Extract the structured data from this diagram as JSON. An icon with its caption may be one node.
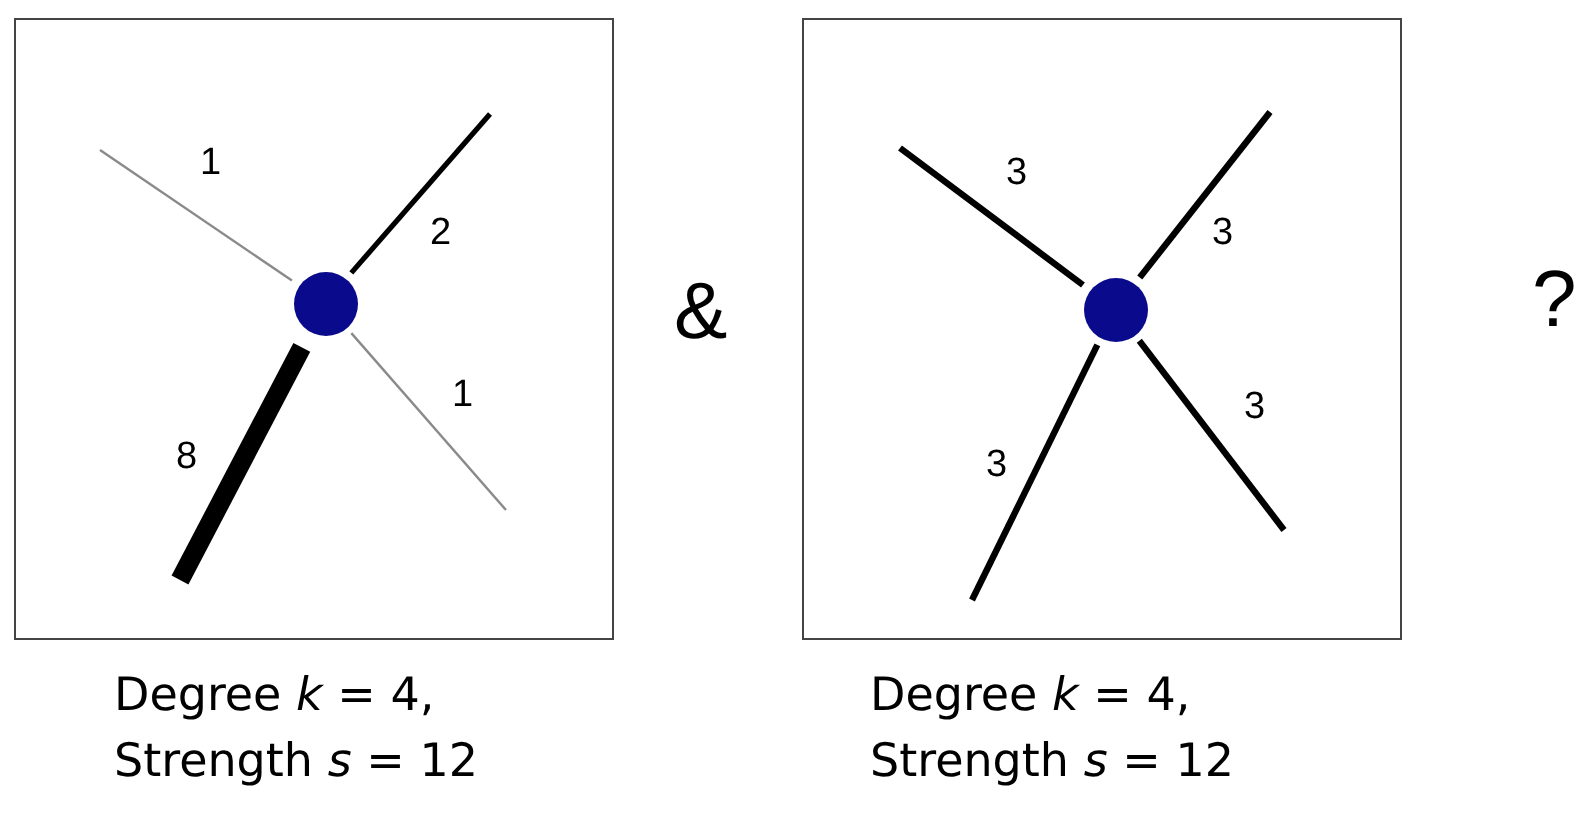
{
  "diagram": {
    "nodes": [
      {
        "text": [],
        "shape": "box",
        "beside": [
          "Degree *k* = 4, Strength *s* = 12"
        ]
      },
      {
        "text": [],
        "shape": "circle",
        "in": 0
      },
      {
        "text": [],
        "shape": "box",
        "beside": [
          "Degree *k* = 4, Strength *s* = 12"
        ]
      },
      {
        "text": [],
        "shape": "circle",
        "in": 2
      }
    ],
    "edges": [
      {
        "from": 1,
        "to": null,
        "arrow": "none",
        "label": "1",
        "color": "#8a8a8a"
      },
      {
        "from": 1,
        "to": null,
        "arrow": "none",
        "label": "2"
      },
      {
        "from": 1,
        "to": null,
        "arrow": "none",
        "label": "1",
        "color": "#8a8a8a"
      },
      {
        "from": 1,
        "to": null,
        "arrow": "none",
        "label": "8",
        "style": "thick"
      },
      {
        "from": 3,
        "to": null,
        "arrow": "none",
        "label": "3"
      },
      {
        "from": 3,
        "to": null,
        "arrow": "none",
        "label": "3"
      },
      {
        "from": 3,
        "to": null,
        "arrow": "none",
        "label": "3"
      },
      {
        "from": 3,
        "to": null,
        "arrow": "none",
        "label": "3"
      }
    ],
    "labels": [
      "&",
      "?"
    ]
  }
}
